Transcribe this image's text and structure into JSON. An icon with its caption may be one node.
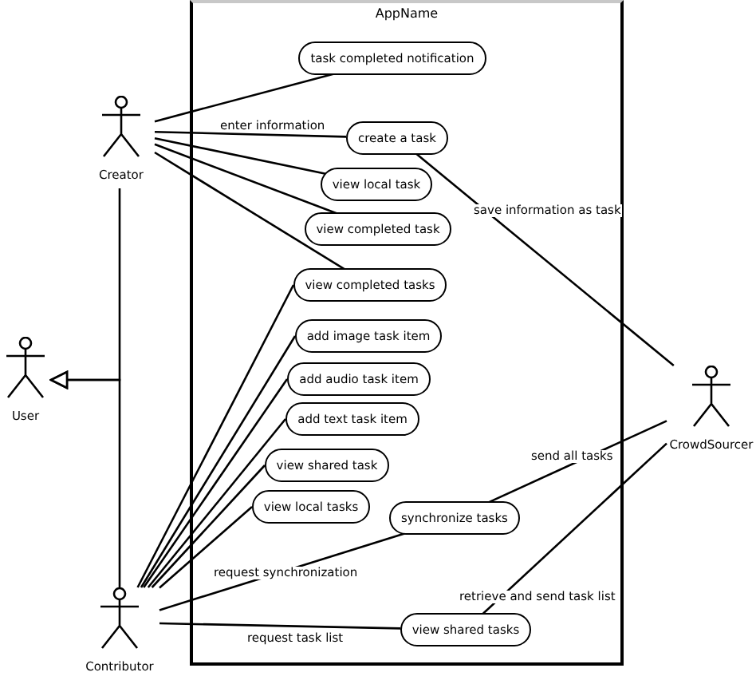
{
  "diagram": {
    "nodes": [
      {
        "text": [
          "AppName"
        ]
      },
      {
        "text": [
          "task completed notification"
        ],
        "in": 0
      },
      {
        "text": [
          "create a task"
        ],
        "in": 0
      },
      {
        "text": [
          "view local task"
        ],
        "in": 0
      },
      {
        "text": [
          "view completed task"
        ],
        "in": 0
      },
      {
        "text": [
          "view completed tasks"
        ],
        "in": 0
      },
      {
        "text": [
          "add image task item"
        ],
        "in": 0
      },
      {
        "text": [
          "add audio task item"
        ],
        "in": 0
      },
      {
        "text": [
          "add text task item"
        ],
        "in": 0
      },
      {
        "text": [
          "view shared task"
        ],
        "in": 0
      },
      {
        "text": [
          "view local tasks"
        ],
        "in": 0
      },
      {
        "text": [
          "synchronize tasks"
        ],
        "in": 0
      },
      {
        "text": [
          "view shared tasks"
        ],
        "in": 0
      },
      {
        "text": [
          "Creator"
        ]
      },
      {
        "text": [
          "User"
        ]
      },
      {
        "text": [
          "Contributor"
        ]
      },
      {
        "text": [
          "CrowdSourcer"
        ]
      }
    ],
    "edges": [
      {
        "from": 13,
        "to": 1,
        "arrow": "none"
      },
      {
        "from": 13,
        "to": 2,
        "arrow": "none",
        "label": "enter information"
      },
      {
        "from": 13,
        "to": 3,
        "arrow": "none"
      },
      {
        "from": 13,
        "to": 4,
        "arrow": "none"
      },
      {
        "from": 13,
        "to": 5,
        "arrow": "none"
      },
      {
        "from": 15,
        "to": 5,
        "arrow": "none"
      },
      {
        "from": 15,
        "to": 6,
        "arrow": "none"
      },
      {
        "from": 15,
        "to": 7,
        "arrow": "none"
      },
      {
        "from": 15,
        "to": 8,
        "arrow": "none"
      },
      {
        "from": 15,
        "to": 9,
        "arrow": "none"
      },
      {
        "from": 15,
        "to": 10,
        "arrow": "none"
      },
      {
        "from": 15,
        "to": 11,
        "arrow": "none",
        "label": "request synchronization"
      },
      {
        "from": 15,
        "to": 12,
        "arrow": "none",
        "label": "request task list"
      },
      {
        "from": 2,
        "to": 16,
        "arrow": "none",
        "label": "save information as task"
      },
      {
        "from": 11,
        "to": 16,
        "arrow": "none",
        "label": "send all tasks"
      },
      {
        "from": 12,
        "to": 16,
        "arrow": "none",
        "label": "retrieve and send task list"
      },
      {
        "from": 13,
        "to": 14,
        "arrow": "to"
      },
      {
        "from": 15,
        "to": 14,
        "arrow": "to"
      }
    ]
  }
}
